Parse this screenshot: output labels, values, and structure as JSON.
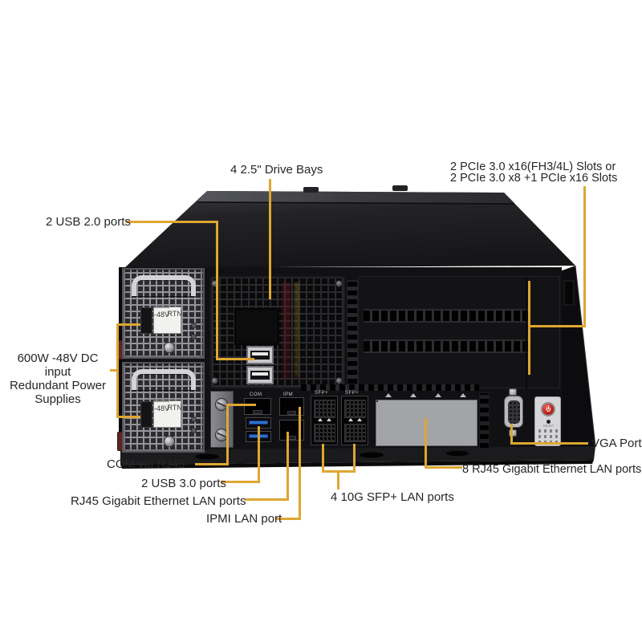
{
  "meta": {
    "description": "Rear view photo diagram of a 2U short-depth server with yellow callout lines",
    "accent_color": "#DEA632",
    "text_color": "#262626",
    "background": "#ffffff"
  },
  "callouts": {
    "drive_bays": "4 2.5\" Drive Bays",
    "pcie_line1": "2 PCIe 3.0 x16(FH3/4L) Slots or",
    "pcie_line2": "2 PCIe 3.0 x8 +1 PCIe x16 Slots",
    "usb2": "2 USB 2.0 ports",
    "psu_line1": "600W -48V DC input",
    "psu_line2": "Redundant Power",
    "psu_line3": "Supplies",
    "com": "COM via RJ45",
    "usb3": "2 USB 3.0 ports",
    "lan": "RJ45 Gigabit Ethernet LAN ports",
    "ipmi": "IPMI LAN port",
    "sfp": "4 10G SFP+ LAN ports",
    "rj45x8": "8 RJ45 Gigabit Ethernet LAN ports",
    "vga": "VGA Port"
  },
  "panel_text": {
    "psu_rtn": "RTN",
    "psu_neg48": "-48V",
    "com": "COM",
    "ipmi": "IPM",
    "sfp1": "SFP+",
    "sfp2": "SFP+",
    "reset": "RESET"
  }
}
